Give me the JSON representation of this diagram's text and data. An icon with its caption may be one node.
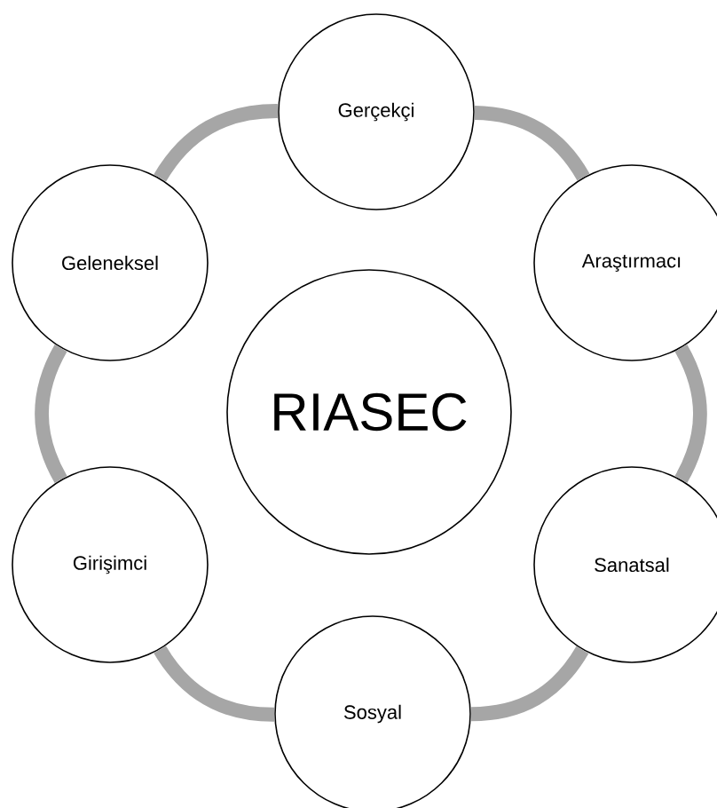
{
  "diagram": {
    "nodes": [
      {
        "text": [
          "RIASEC"
        ]
      },
      {
        "text": [
          "Gerçekçi"
        ]
      },
      {
        "text": [
          "Araştırmacı"
        ]
      },
      {
        "text": [
          "Sanatsal"
        ]
      },
      {
        "text": [
          "Sosyal"
        ]
      },
      {
        "text": [
          "Girişimci"
        ]
      },
      {
        "text": [
          "Geleneksel"
        ]
      }
    ],
    "edges": [
      {
        "from": 1,
        "to": 2,
        "arrow": "none"
      },
      {
        "from": 2,
        "to": 3,
        "arrow": "none"
      },
      {
        "from": 3,
        "to": 4,
        "arrow": "none"
      },
      {
        "from": 4,
        "to": 5,
        "arrow": "none"
      },
      {
        "from": 5,
        "to": 6,
        "arrow": "none"
      },
      {
        "from": 6,
        "to": 1,
        "arrow": "none"
      }
    ]
  }
}
